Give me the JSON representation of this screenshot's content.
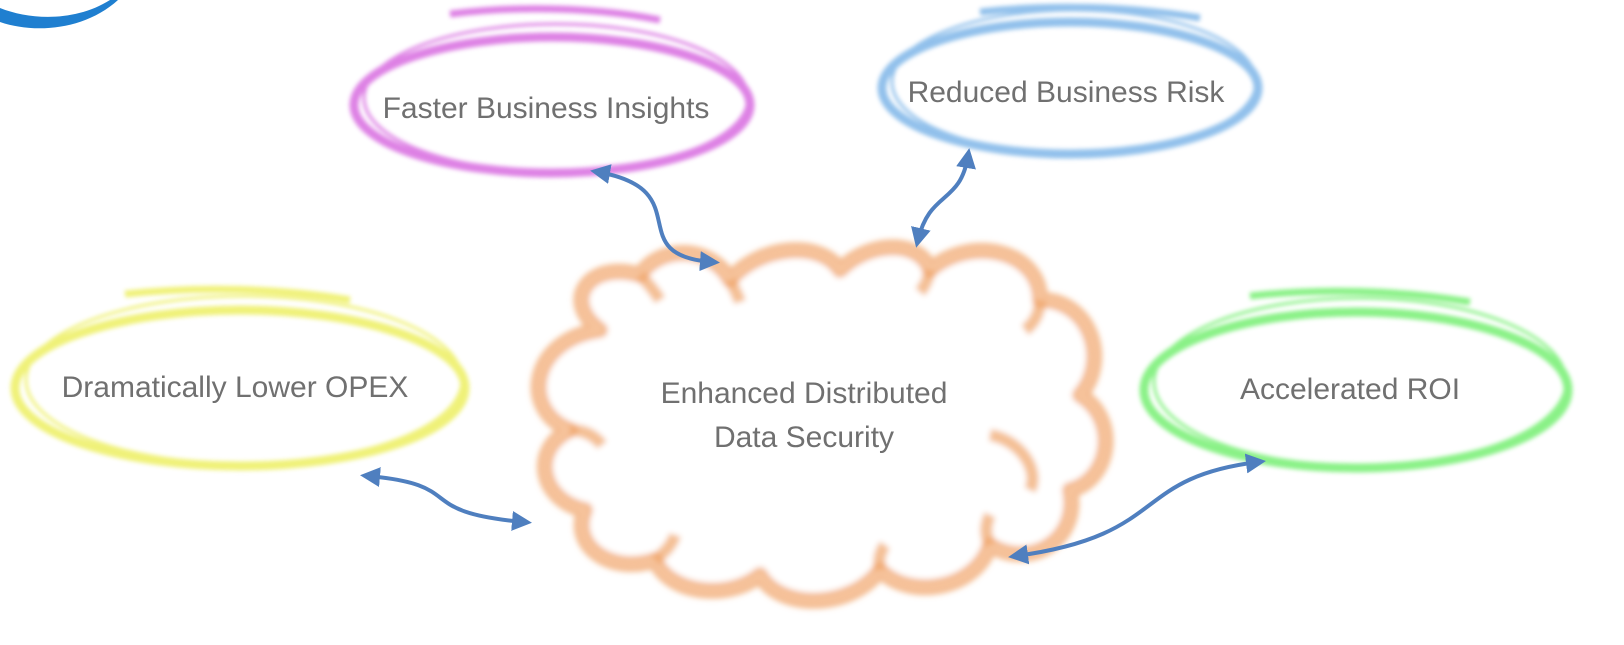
{
  "diagram": {
    "center": {
      "line1": "Enhanced Distributed",
      "line2": "Data Security",
      "color": "#f0a56a"
    },
    "benefits": [
      {
        "id": "faster-business-insights",
        "label": "Faster Business Insights",
        "color": "#d86ce0"
      },
      {
        "id": "reduced-business-risk",
        "label": "Reduced Business Risk",
        "color": "#7fb6e8"
      },
      {
        "id": "dramatically-lower-opex",
        "label": "Dramatically Lower OPEX",
        "color": "#eef06a"
      },
      {
        "id": "accelerated-roi",
        "label": "Accelerated ROI",
        "color": "#7ef07a"
      }
    ],
    "connector_color": "#4f7fbf",
    "logo_color": "#1f7fd0"
  }
}
